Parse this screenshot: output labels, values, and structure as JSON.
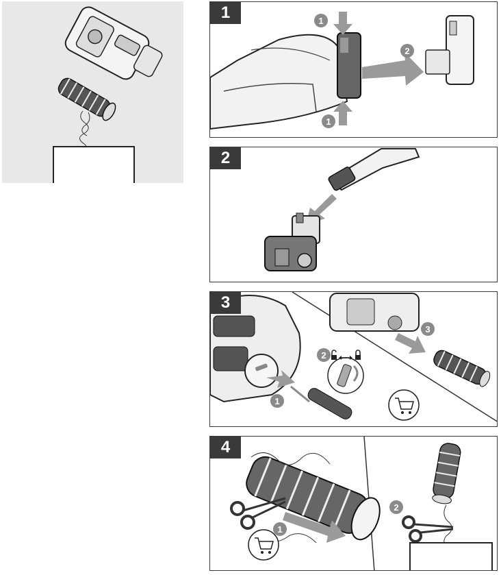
{
  "steps": [
    {
      "number": "1",
      "substeps": [
        "1",
        "2",
        "1"
      ]
    },
    {
      "number": "2"
    },
    {
      "number": "3",
      "substeps": [
        "2",
        "3",
        "1"
      ]
    },
    {
      "number": "4",
      "substeps": [
        "1",
        "2"
      ]
    }
  ],
  "colors": {
    "panel_border": "#3a3a3a",
    "badge": "#8a8a8a",
    "arrow": "#9a9a9a",
    "overview_bg": "#e8e8e8"
  },
  "icons": [
    "lock-closed-icon",
    "lock-open-icon",
    "shopping-cart-icon",
    "scissors-icon"
  ]
}
